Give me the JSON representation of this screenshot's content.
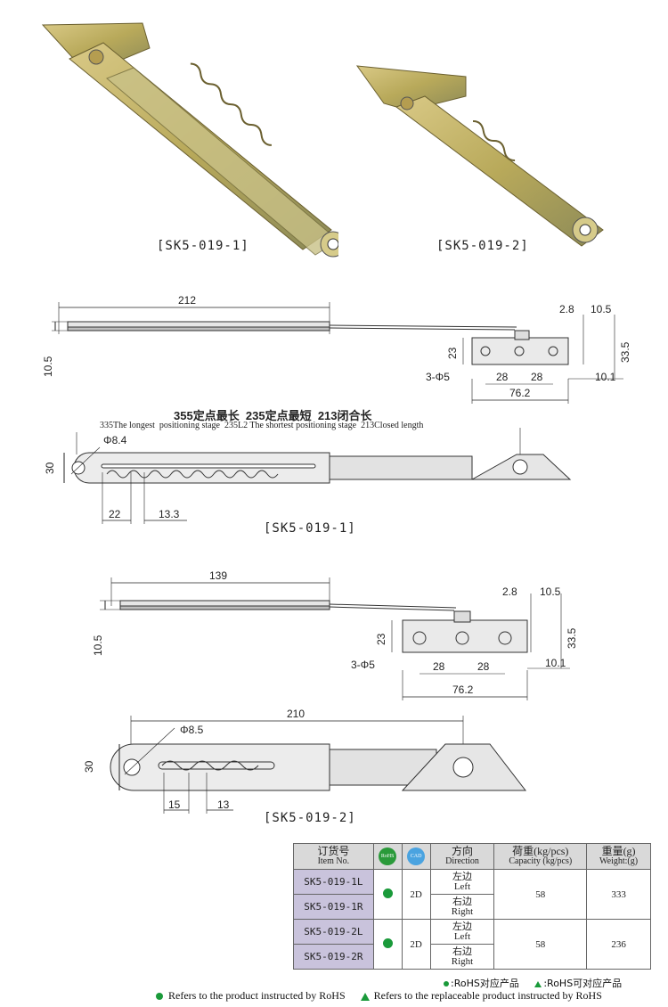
{
  "photos": {
    "label_1": "[SK5-019-1]",
    "label_2": "[SK5-019-2]"
  },
  "drawing_1": {
    "side": {
      "len": "212",
      "h_left": "10.5",
      "d_2_8": "2.8",
      "d_10_5": "10.5",
      "d_23": "23",
      "d_33_5": "33.5",
      "holes": "3-Φ5",
      "p1": "28",
      "p2": "28",
      "d_10_1": "10.1",
      "width": "76.2"
    },
    "heading_cn": "355定点最长  235定点最短  213闭合长",
    "heading_en": "335The longest  positioning stage  235L2 The shortest positioning stage  213Closed length",
    "hole_dia": "Φ8.4",
    "height": "30",
    "pitch_a": "22",
    "pitch_b": "13.3",
    "label": "[SK5-019-1]"
  },
  "drawing_2": {
    "side": {
      "len": "139",
      "h_left": "10.5",
      "d_2_8": "2.8",
      "d_10_5": "10.5",
      "d_23": "23",
      "d_33_5": "33.5",
      "holes": "3-Φ5",
      "p1": "28",
      "p2": "28",
      "d_10_1": "10.1",
      "width": "76.2"
    },
    "len_top": "210",
    "hole_dia": "Φ8.5",
    "height": "30",
    "pitch_a": "15",
    "pitch_b": "13",
    "label": "[SK5-019-2]"
  },
  "table": {
    "headers": {
      "item_cn": "订货号",
      "item_en": "Item No.",
      "rohs": "RoHS",
      "cad": "CAD",
      "dir_cn": "方向",
      "dir_en": "Direction",
      "cap_cn": "荷重(kg/pcs)",
      "cap_en": "Capacity (kg/pcs)",
      "wt_cn": "重量(g)",
      "wt_en": "Weight:(g)"
    },
    "rows": [
      {
        "item": "SK5-019-1L",
        "cad": "2D",
        "dir_cn": "左边",
        "dir_en": "Left",
        "capacity": "58",
        "weight": "333"
      },
      {
        "item": "SK5-019-1R",
        "dir_cn": "右边",
        "dir_en": "Right"
      },
      {
        "item": "SK5-019-2L",
        "cad": "2D",
        "dir_cn": "左边",
        "dir_en": "Left",
        "capacity": "58",
        "weight": "236"
      },
      {
        "item": "SK5-019-2R",
        "dir_cn": "右边",
        "dir_en": "Right"
      }
    ]
  },
  "notes": {
    "cn_rohs": ":RoHS对应产品",
    "cn_replace": ":RoHS可对应产品",
    "en_rohs": "Refers to the product instructed by RoHS",
    "en_replace": "Refers to the replaceable product instructed by RoHS"
  },
  "colors": {
    "rohs_green": "#1a9a3a",
    "item_cell": "#c9c3dc",
    "header_cell": "#d9d9d9"
  }
}
